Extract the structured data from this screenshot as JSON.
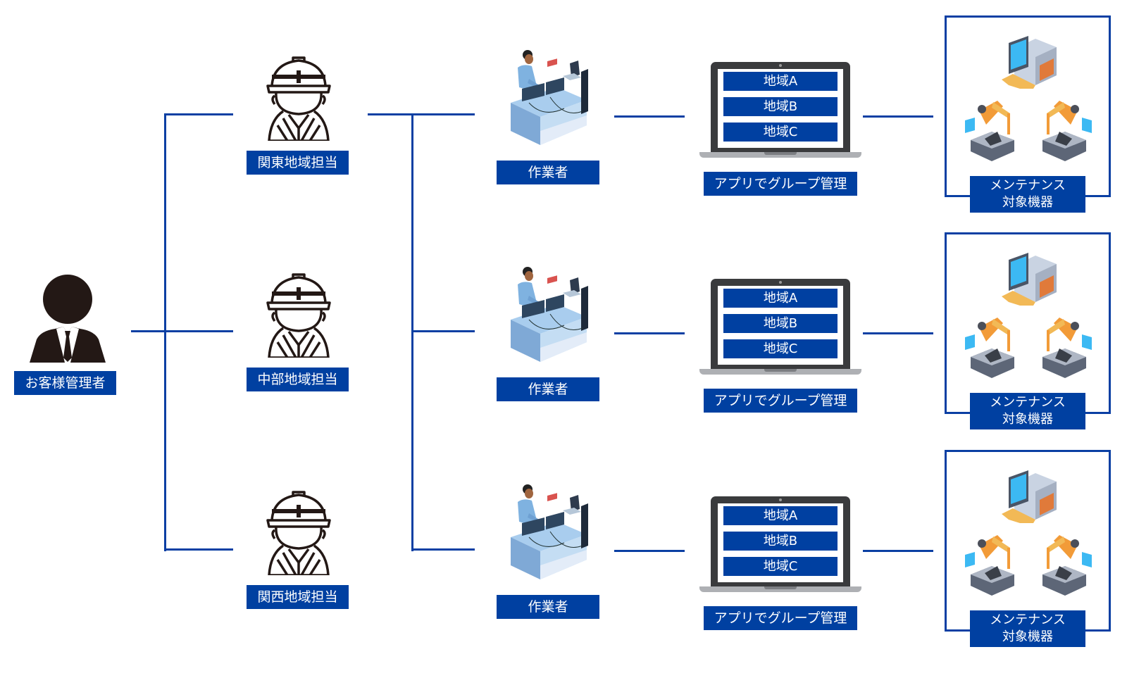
{
  "diagram": {
    "colors": {
      "accent": "#0040a1",
      "line": "#0a3fa3",
      "icon_dark": "#231815"
    },
    "customer_manager": {
      "label": "お客様管理者",
      "icon": "businessman-icon"
    },
    "regional_leads": [
      {
        "label": "関東地域担当",
        "icon": "hardhat-worker-icon"
      },
      {
        "label": "中部地域担当",
        "icon": "hardhat-worker-icon"
      },
      {
        "label": "関西地域担当",
        "icon": "hardhat-worker-icon"
      }
    ],
    "workers": [
      {
        "label": "作業者",
        "icon": "desk-operator-icon"
      },
      {
        "label": "作業者",
        "icon": "desk-operator-icon"
      },
      {
        "label": "作業者",
        "icon": "desk-operator-icon"
      }
    ],
    "apps": [
      {
        "label": "アプリでグループ管理",
        "regions": [
          "地域A",
          "地域B",
          "地域C"
        ],
        "icon": "laptop-icon"
      },
      {
        "label": "アプリでグループ管理",
        "regions": [
          "地域A",
          "地域B",
          "地域C"
        ],
        "icon": "laptop-icon"
      },
      {
        "label": "アプリでグループ管理",
        "regions": [
          "地域A",
          "地域B",
          "地域C"
        ],
        "icon": "laptop-icon"
      }
    ],
    "machines": [
      {
        "label_line1": "メンテナンス",
        "label_line2": "対象機器",
        "icons": [
          "control-terminal-icon",
          "robot-arm-icon",
          "robot-arm-icon"
        ]
      },
      {
        "label_line1": "メンテナンス",
        "label_line2": "対象機器",
        "icons": [
          "control-terminal-icon",
          "robot-arm-icon",
          "robot-arm-icon"
        ]
      },
      {
        "label_line1": "メンテナンス",
        "label_line2": "対象機器",
        "icons": [
          "control-terminal-icon",
          "robot-arm-icon",
          "robot-arm-icon"
        ]
      }
    ]
  }
}
